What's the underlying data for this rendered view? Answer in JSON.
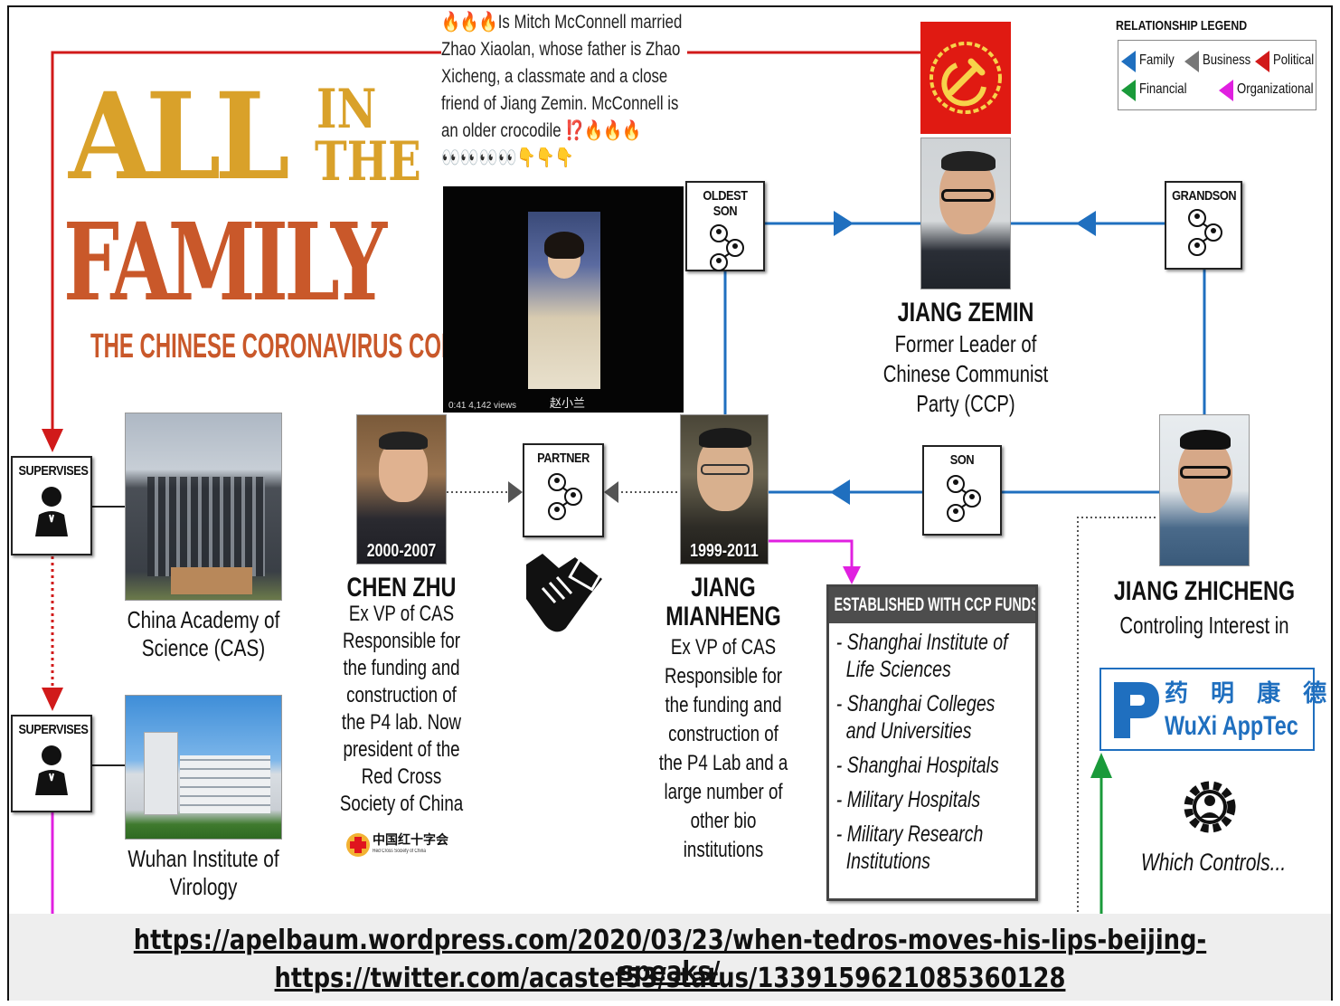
{
  "title": {
    "line1": "ALL",
    "in_the_1": "IN",
    "in_the_2": "THE",
    "line2": "FAMILY",
    "subtitle": "THE CHINESE CORONAVIRUS CON"
  },
  "tweet": {
    "text": "Is Mitch McConnell married Zhao Xiaolan, whose father is Zhao Xicheng, a classmate and a close friend of Jiang Zemin. McConnell is an older crocodile",
    "emoji_prefix": "🔥🔥🔥",
    "emoji_suffix": "⁉️🔥🔥🔥",
    "emoji_line": "👀👀👀👀👇👇👇"
  },
  "video": {
    "meta": "0:41   4,142 views",
    "caption": "赵小兰"
  },
  "legend": {
    "title": "RELATIONSHIP LEGEND",
    "items": [
      {
        "label": "Family",
        "color": "#1f6fbf"
      },
      {
        "label": "Business",
        "color": "#777777"
      },
      {
        "label": "Political",
        "color": "#d11a1a"
      },
      {
        "label": "Financial",
        "color": "#1a9a3a"
      },
      {
        "label": "Organizational",
        "color": "#e020e0"
      }
    ]
  },
  "relations": {
    "oldest_son": "OLDEST SON",
    "grandson": "GRANDSON",
    "son": "SON",
    "partner": "PARTNER",
    "supervises_1": "SUPERVISES",
    "supervises_2": "SUPERVISES"
  },
  "people": {
    "jiang_zemin": {
      "name": "JIANG ZEMIN",
      "desc": [
        "Former Leader of",
        "Chinese Communist",
        "Party (CCP)"
      ]
    },
    "chen_zhu": {
      "name": "CHEN ZHU",
      "years": "2000-2007",
      "desc": [
        "Ex VP of CAS",
        "Responsible for",
        "the funding and",
        "construction of",
        "the P4 lab. Now",
        "president of the",
        "Red Cross",
        "Society of China"
      ]
    },
    "jiang_mianheng": {
      "name_1": "JIANG",
      "name_2": "MIANHENG",
      "years": "1999-2011",
      "desc": [
        "Ex VP of CAS",
        "Responsible for",
        "the funding and",
        "construction of",
        "the P4 Lab and a",
        "large number of",
        "other bio",
        "institutions"
      ]
    },
    "jiang_zhicheng": {
      "name": "JIANG ZHICHENG",
      "desc": "Controling Interest in"
    }
  },
  "institutions": {
    "cas": [
      "China Academy of",
      "Science (CAS)"
    ],
    "wiv": [
      "Wuhan Institute of",
      "Virology"
    ]
  },
  "red_cross": {
    "cn": "中国红十字会",
    "en": "Red Cross Society of China"
  },
  "ccp_funds": {
    "header": "ESTABLISHED WITH CCP FUNDS",
    "items": [
      [
        "- Shanghai Institute of",
        "Life Sciences"
      ],
      [
        "- Shanghai Colleges",
        "and Universities"
      ],
      [
        "- Shanghai Hospitals"
      ],
      [
        "- Military Hospitals"
      ],
      [
        "- Military Research",
        "Institutions"
      ]
    ]
  },
  "wuxi": {
    "cn": "药 明 康 德",
    "en": "WuXi AppTec"
  },
  "which_controls": "Which Controls...",
  "footer": {
    "url1": "https://apelbaum.wordpress.com/2020/03/23/when-tedros-moves-his-lips-beijing-speaks/",
    "url2": "https://twitter.com/acastef53/status/1339159621085360128"
  },
  "colors": {
    "family": "#1f6fbf",
    "political": "#d11a1a",
    "financial": "#1a9a3a",
    "organizational": "#e020e0",
    "title_gold": "#d9a12a",
    "title_orange": "#c9582a"
  },
  "icons": {
    "relation": "network-people-icon",
    "supervisor": "supervisor-person-icon",
    "handshake": "handshake-icon",
    "gear": "gear-person-icon",
    "flag": "ccp-flag-icon",
    "red_cross": "red-cross-logo",
    "wuxi": "wuxi-apptec-logo"
  }
}
